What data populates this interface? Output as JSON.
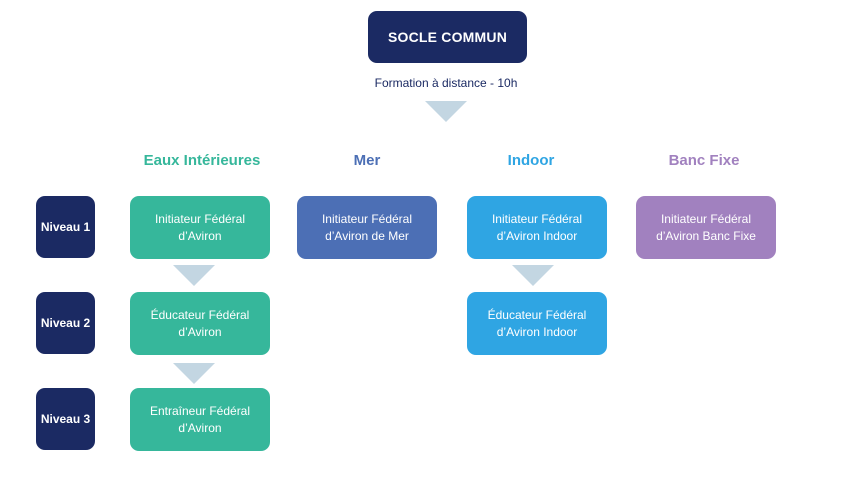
{
  "socle": {
    "title": "SOCLE COMMUN",
    "subtitle": "Formation à distance - 10h"
  },
  "colors": {
    "navy": "#1b2a63",
    "arrow": "#c3d6e2",
    "eaux": "#36b79b",
    "mer": "#4c6fb5",
    "indoor": "#2fa5e3",
    "banc": "#a181bf"
  },
  "columns": {
    "eaux": "Eaux Intérieures",
    "mer": "Mer",
    "indoor": "Indoor",
    "banc": "Banc Fixe"
  },
  "levels": {
    "n1": "Niveau 1",
    "n2": "Niveau 2",
    "n3": "Niveau 3"
  },
  "courses": {
    "eaux_n1": [
      "Initiateur Fédéral",
      "d’Aviron"
    ],
    "eaux_n2": [
      "Éducateur Fédéral",
      "d’Aviron"
    ],
    "eaux_n3": [
      "Entraîneur Fédéral",
      "d’Aviron"
    ],
    "mer_n1": [
      "Initiateur Fédéral",
      "d’Aviron de Mer"
    ],
    "indoor_n1": [
      "Initiateur Fédéral",
      "d’Aviron Indoor"
    ],
    "indoor_n2": [
      "Éducateur Fédéral",
      "d’Aviron Indoor"
    ],
    "banc_n1": [
      "Initiateur Fédéral",
      "d’Aviron Banc Fixe"
    ]
  }
}
